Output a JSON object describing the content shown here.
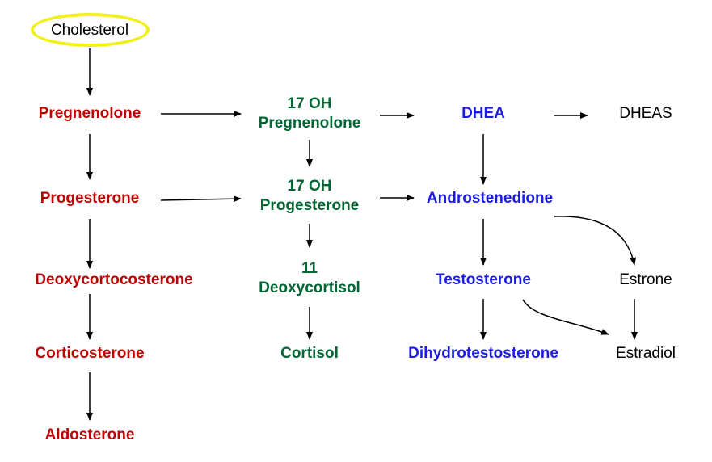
{
  "colors": {
    "mineralocorticoid": "#c00000",
    "glucocorticoid": "#006633",
    "androgen": "#1c1ce8",
    "other": "#000000",
    "highlight": "#f2ef19"
  },
  "nodes": {
    "cholesterol": "Cholesterol",
    "pregnenolone": "Pregnenolone",
    "progesterone": "Progesterone",
    "deoxycorticosterone": "Deoxycortocosterone",
    "corticosterone": "Corticosterone",
    "aldosterone": "Aldosterone",
    "oh17_pregnenolone_l1": "17 OH",
    "oh17_pregnenolone_l2": "Pregnenolone",
    "oh17_progesterone_l1": "17 OH",
    "oh17_progesterone_l2": "Progesterone",
    "deoxycortisol_l1": "11",
    "deoxycortisol_l2": "Deoxycortisol",
    "cortisol": "Cortisol",
    "dhea": "DHEA",
    "dheas": "DHEAS",
    "androstenedione": "Androstenedione",
    "testosterone": "Testosterone",
    "dihydrotestosterone": "Dihydrotestosterone",
    "estrone": "Estrone",
    "estradiol": "Estradiol"
  }
}
